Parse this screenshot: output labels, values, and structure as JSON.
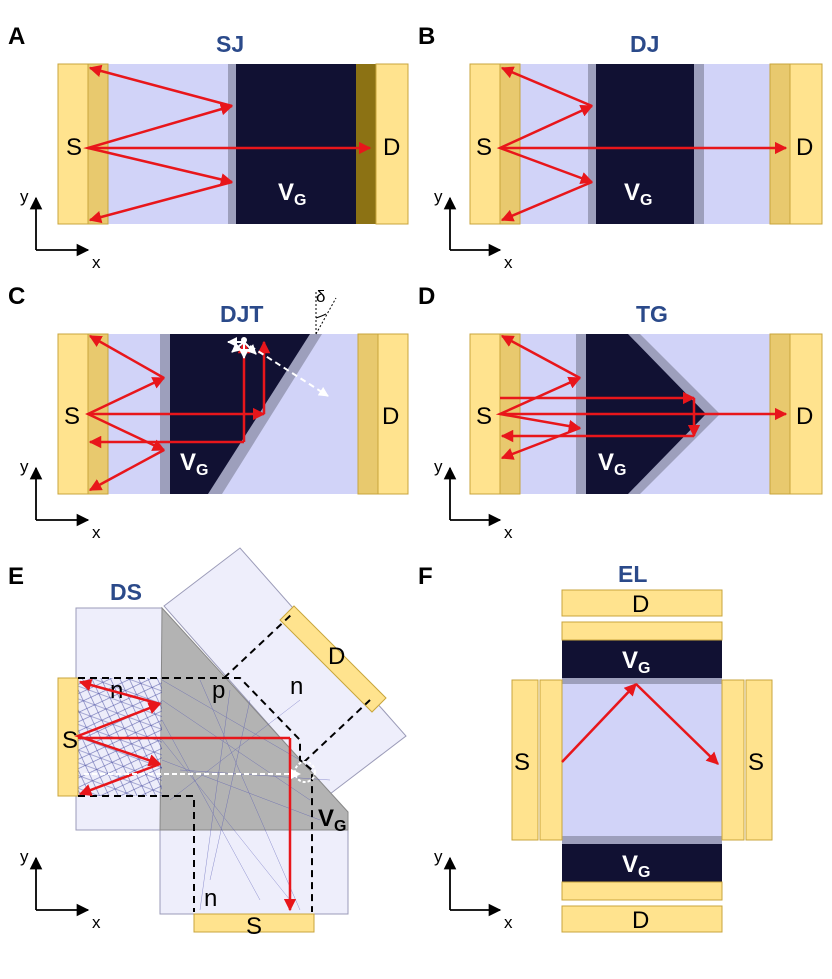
{
  "panels": {
    "A": {
      "label": "A",
      "title": "SJ",
      "source": "S",
      "drain": "D",
      "gate": "V",
      "gate_sub": "G",
      "axis_x": "x",
      "axis_y": "y"
    },
    "B": {
      "label": "B",
      "title": "DJ",
      "source": "S",
      "drain": "D",
      "gate": "V",
      "gate_sub": "G",
      "axis_x": "x",
      "axis_y": "y"
    },
    "C": {
      "label": "C",
      "title": "DJT",
      "source": "S",
      "drain": "D",
      "gate": "V",
      "gate_sub": "G",
      "angle": "δ",
      "axis_x": "x",
      "axis_y": "y"
    },
    "D": {
      "label": "D",
      "title": "TG",
      "source": "S",
      "drain": "D",
      "gate": "V",
      "gate_sub": "G",
      "axis_x": "x",
      "axis_y": "y"
    },
    "E": {
      "label": "E",
      "title": "DS",
      "source_left": "S",
      "source_bottom": "S",
      "drain": "D",
      "region_n1": "n",
      "region_p": "p",
      "region_n2": "n",
      "region_n3": "n",
      "gate": "V",
      "gate_sub": "G",
      "axis_x": "x",
      "axis_y": "y"
    },
    "F": {
      "label": "F",
      "title": "EL",
      "drain_top": "D",
      "drain_bottom": "D",
      "source_left": "S",
      "source_right": "S",
      "gate_top": "V",
      "gate_top_sub": "G",
      "gate_bottom": "V",
      "gate_bottom_sub": "G",
      "axis_x": "x",
      "axis_y": "y"
    }
  },
  "colors": {
    "contact": "#ffe38e",
    "contact_edge": "#e8c96e",
    "channel": "#d1d3f8",
    "gate": "#111133",
    "trajectory": "#e8161b",
    "title": "#2b4a8a"
  }
}
